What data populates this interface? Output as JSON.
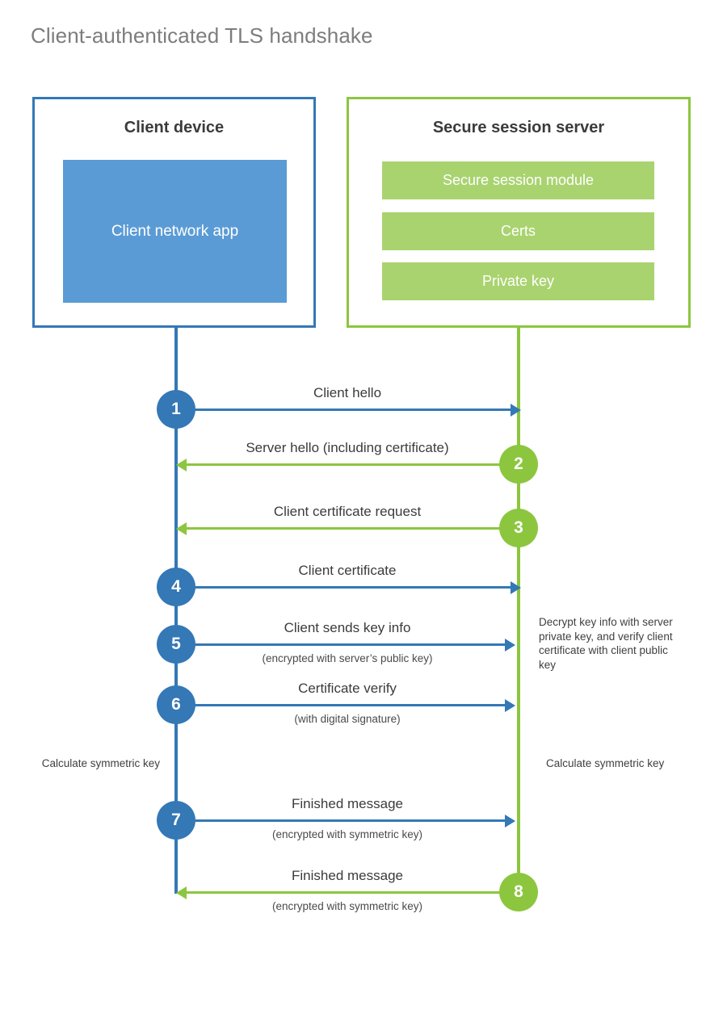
{
  "title": "Client-authenticated TLS handshake",
  "colors": {
    "client_blue": "#3478b6",
    "client_app_fill": "#5b9bd5",
    "server_green": "#8cc63f",
    "server_bar_fill": "#a9d36f",
    "title_gray": "#7d7d7d",
    "text_dark": "#3b3b3b",
    "background": "#ffffff"
  },
  "client": {
    "title": "Client device",
    "app_label": "Client network app"
  },
  "server": {
    "title": "Secure session server",
    "components": [
      {
        "label": "Secure session module"
      },
      {
        "label": "Certs"
      },
      {
        "label": "Private key"
      }
    ]
  },
  "messages": [
    {
      "step": "1",
      "label": "Client hello",
      "sublabel": "",
      "direction": "client-to-server",
      "color": "blue"
    },
    {
      "step": "2",
      "label": "Server hello (including certificate)",
      "sublabel": "",
      "direction": "server-to-client",
      "color": "green"
    },
    {
      "step": "3",
      "label": "Client certificate request",
      "sublabel": "",
      "direction": "server-to-client",
      "color": "green"
    },
    {
      "step": "4",
      "label": "Client certificate",
      "sublabel": "",
      "direction": "client-to-server",
      "color": "blue"
    },
    {
      "step": "5",
      "label": "Client sends key info",
      "sublabel": "(encrypted with server’s public key)",
      "direction": "client-to-server",
      "color": "blue"
    },
    {
      "step": "6",
      "label": "Certificate verify",
      "sublabel": "(with digital signature)",
      "direction": "client-to-server",
      "color": "blue"
    },
    {
      "step": "7",
      "label": "Finished message",
      "sublabel": "(encrypted with symmetric key)",
      "direction": "client-to-server",
      "color": "blue"
    },
    {
      "step": "8",
      "label": "Finished message",
      "sublabel": "(encrypted with symmetric key)",
      "direction": "server-to-client",
      "color": "green"
    }
  ],
  "annotations": {
    "server_decrypt_note": "Decrypt key info with server private key, and verify client certificate with client public key",
    "client_calculate": "Calculate symmetric key",
    "server_calculate": "Calculate symmetric key"
  }
}
